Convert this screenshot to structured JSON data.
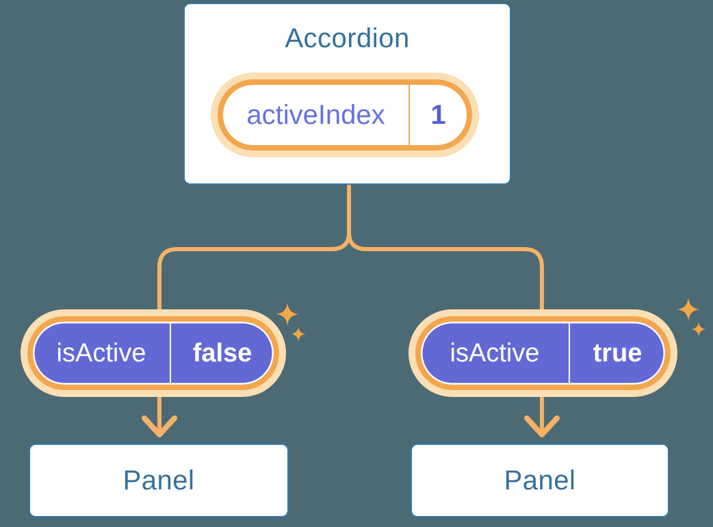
{
  "colors": {
    "background": "#4C6A74",
    "card-border": "#3077A9",
    "blue-text": "#35709B",
    "line": "#F5B266",
    "ring": "#F2A74E",
    "halo": "#FBDFB4",
    "sparkle": "#F0A846",
    "purple": "#6268D4",
    "indigo": "#6672E0",
    "indigo-dark": "#5560D4"
  },
  "accordion": {
    "title": "Accordion",
    "state": {
      "name": "activeIndex",
      "value": "1"
    }
  },
  "children": [
    {
      "state": {
        "name": "isActive",
        "value": "false"
      },
      "panel": {
        "title": "Panel"
      }
    },
    {
      "state": {
        "name": "isActive",
        "value": "true"
      },
      "panel": {
        "title": "Panel"
      }
    }
  ]
}
